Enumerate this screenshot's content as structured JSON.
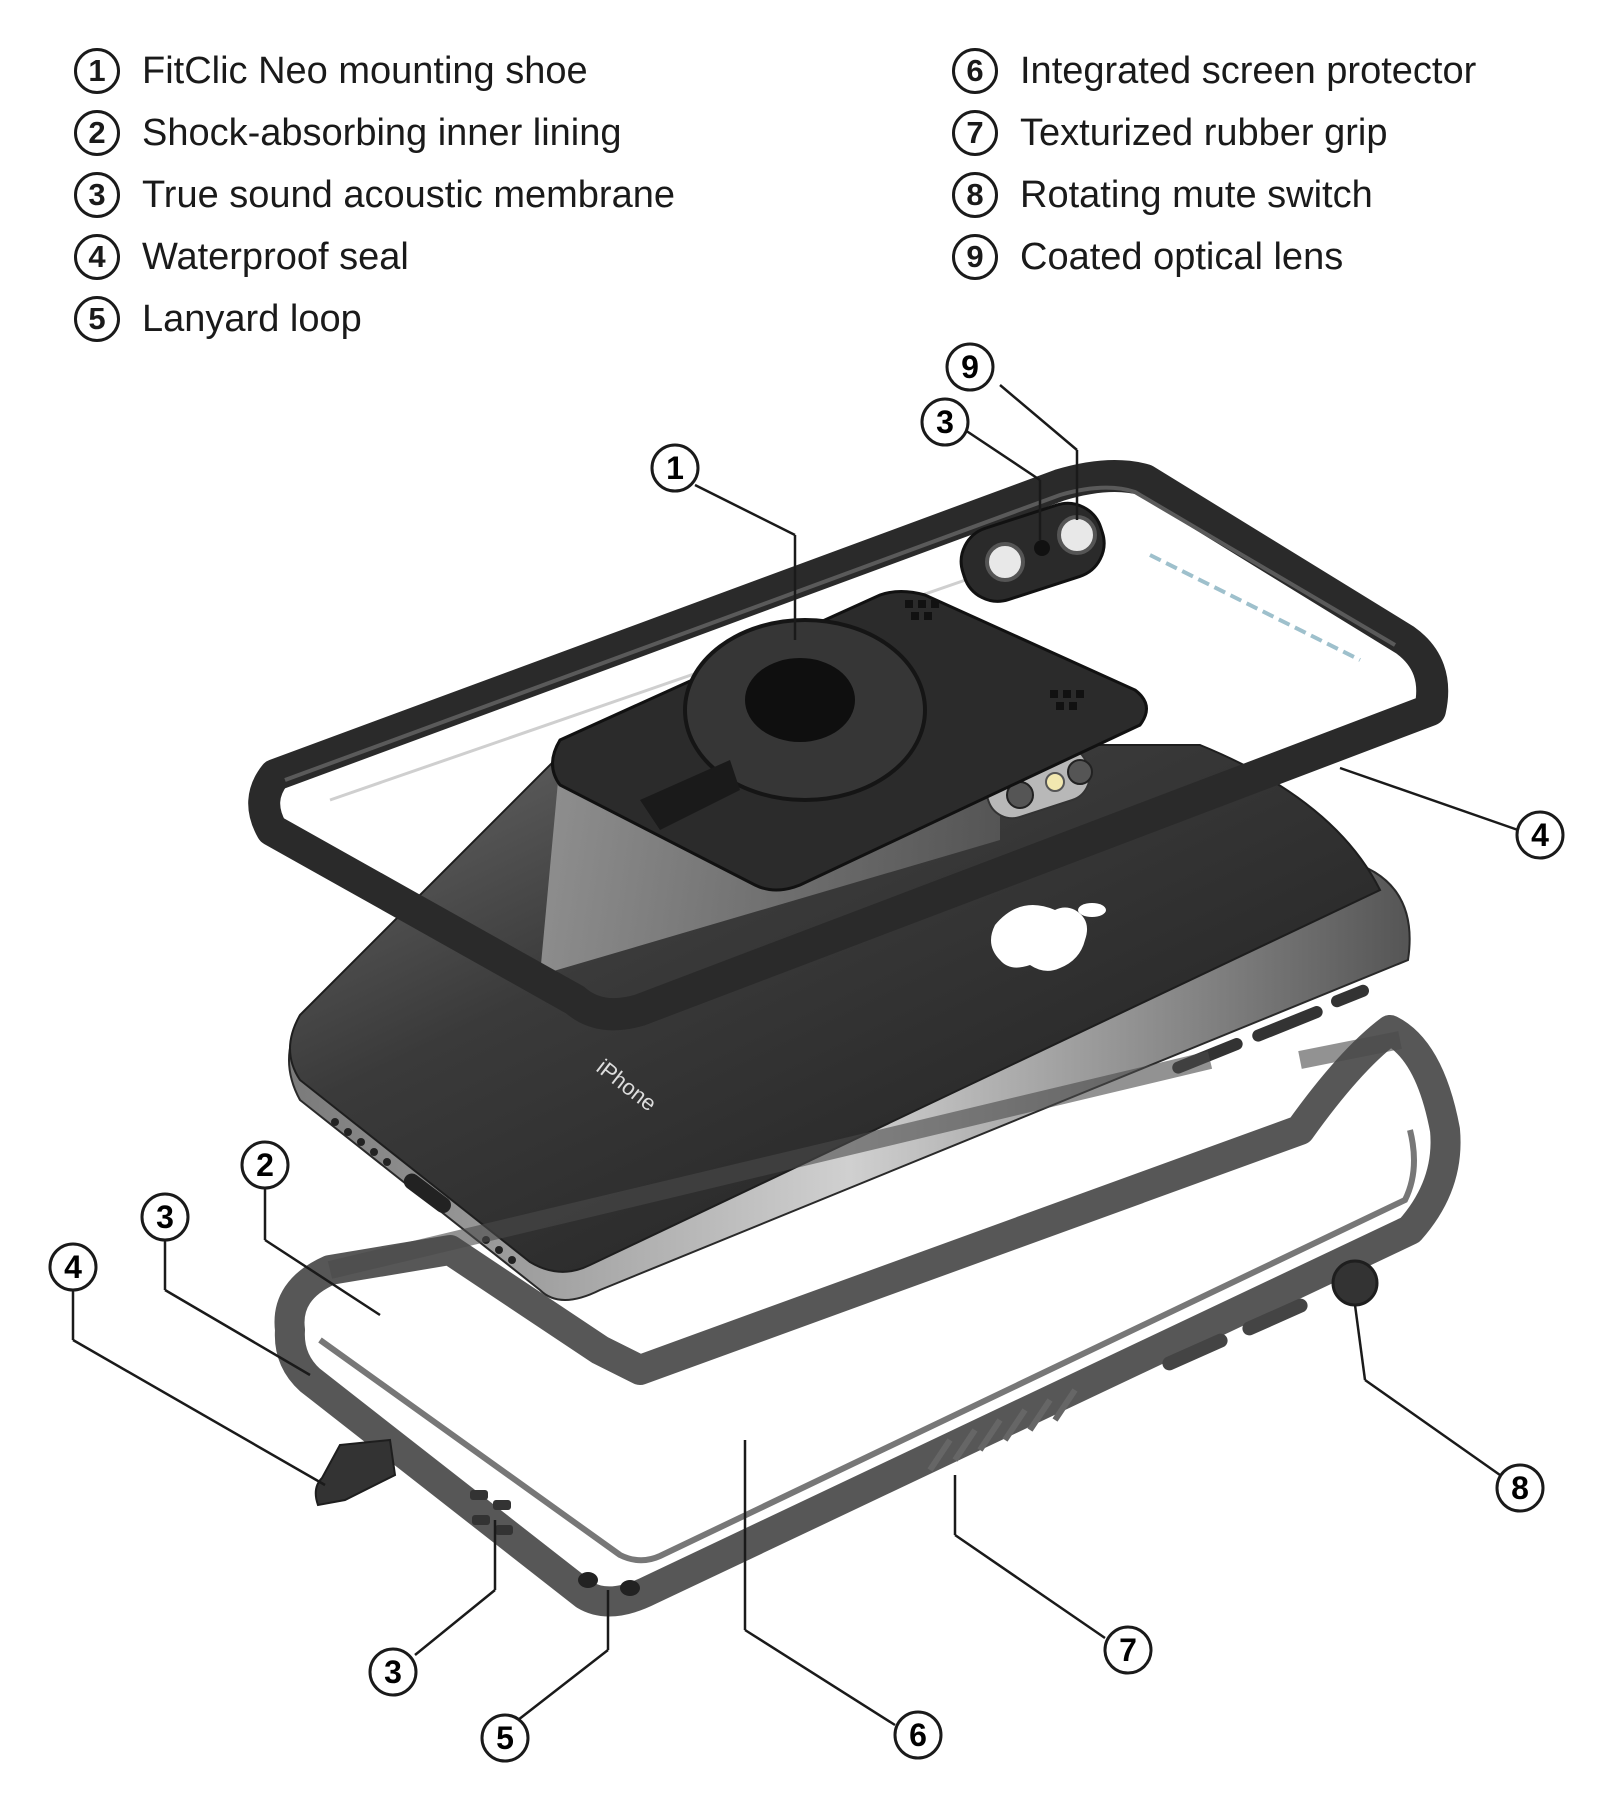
{
  "legend": [
    {
      "num": "1",
      "label": "FitClic Neo mounting shoe"
    },
    {
      "num": "2",
      "label": "Shock-absorbing inner lining"
    },
    {
      "num": "3",
      "label": "True sound acoustic membrane"
    },
    {
      "num": "4",
      "label": "Waterproof seal"
    },
    {
      "num": "5",
      "label": "Lanyard loop"
    },
    {
      "num": "6",
      "label": "Integrated screen protector"
    },
    {
      "num": "7",
      "label": "Texturized rubber grip"
    },
    {
      "num": "8",
      "label": "Rotating mute switch"
    },
    {
      "num": "9",
      "label": "Coated optical lens"
    }
  ],
  "phone": {
    "brand_text": "iPhone"
  },
  "callouts": [
    "9",
    "3",
    "1",
    "4",
    "2",
    "3",
    "4",
    "8",
    "3",
    "5",
    "6",
    "7"
  ]
}
